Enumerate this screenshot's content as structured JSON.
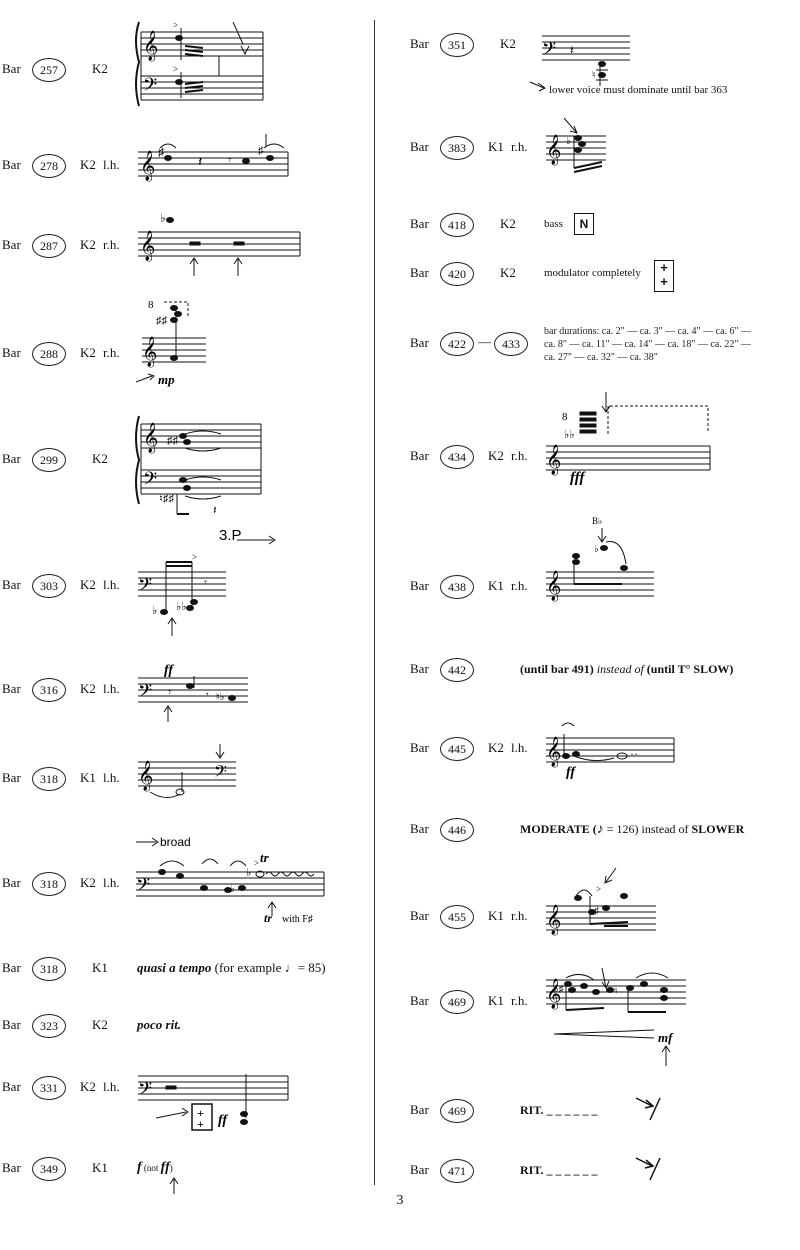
{
  "page_number": "3",
  "left_column": [
    {
      "bar": "257",
      "player": "K2",
      "hand": "",
      "text": ""
    },
    {
      "bar": "278",
      "player": "K2",
      "hand": "l.h.",
      "text": ""
    },
    {
      "bar": "287",
      "player": "K2",
      "hand": "r.h.",
      "text": ""
    },
    {
      "bar": "288",
      "player": "K2",
      "hand": "r.h.",
      "text": "",
      "dynamic": "mp",
      "octave": "8"
    },
    {
      "bar": "299",
      "player": "K2",
      "hand": "",
      "text": "",
      "marking": "3.P"
    },
    {
      "bar": "303",
      "player": "K2",
      "hand": "l.h.",
      "text": ""
    },
    {
      "bar": "316",
      "player": "K2",
      "hand": "l.h.",
      "text": "",
      "dynamic": "ff"
    },
    {
      "bar": "318",
      "player": "K1",
      "hand": "l.h.",
      "text": ""
    },
    {
      "bar": "318",
      "player": "K2",
      "hand": "l.h.",
      "text": "",
      "broad": "broad",
      "trill": "tr",
      "trill_note": "with F♯"
    },
    {
      "bar": "318",
      "player": "K1",
      "hand": "",
      "text_italic": "quasi a tempo",
      "text_rest": " (for example ",
      "tempo": "= 85)"
    },
    {
      "bar": "323",
      "player": "K2",
      "hand": "",
      "text_italic": "poco rit."
    },
    {
      "bar": "331",
      "player": "K2",
      "hand": "l.h.",
      "text": "",
      "dynamic": "ff"
    },
    {
      "bar": "349",
      "player": "K1",
      "hand": "",
      "dyn1": "f",
      "paren_open": " (not ",
      "dyn2": "ff",
      "paren_close": ")"
    }
  ],
  "right_column": [
    {
      "bar": "351",
      "player": "K2",
      "hand": "",
      "text": "lower voice must dominate until bar 363"
    },
    {
      "bar": "383",
      "player": "K1",
      "hand": "r.h.",
      "text": ""
    },
    {
      "bar": "418",
      "player": "K2",
      "hand": "",
      "text": "bass",
      "symbol": "N"
    },
    {
      "bar": "420",
      "player": "K2",
      "hand": "",
      "text": "modulator completely"
    },
    {
      "bar": "422",
      "bar_end": "433",
      "dash": "—",
      "player": "",
      "hand": "",
      "text_lines": [
        "bar durations: ca. 2\" — ca. 3\" — ca. 4\" — ca. 6\" —",
        "ca. 8\" — ca. 11\" — ca. 14\" — ca. 18\" — ca. 22\" —",
        "ca. 27\" — ca. 32\" — ca. 38\""
      ]
    },
    {
      "bar": "434",
      "player": "K2",
      "hand": "r.h.",
      "text": "",
      "dynamic": "fff",
      "octave": "8"
    },
    {
      "bar": "438",
      "player": "K1",
      "hand": "r.h.",
      "text": "",
      "note": "B♭"
    },
    {
      "bar": "442",
      "player": "",
      "hand": "",
      "t1": "(until bar 491) ",
      "t2": "instead of ",
      "t3": "(until T° SLOW)"
    },
    {
      "bar": "445",
      "player": "K2",
      "hand": "l.h.",
      "text": "",
      "dynamic": "ff"
    },
    {
      "bar": "446",
      "player": "",
      "hand": "",
      "t1": "MODERATE (",
      "t2": " = 126) ",
      "t3": "instead of ",
      "t4": "SLOWER"
    },
    {
      "bar": "455",
      "player": "K1",
      "hand": "r.h.",
      "text": ""
    },
    {
      "bar": "469",
      "player": "K1",
      "hand": "r.h.",
      "text": "",
      "dynamic": "mf"
    },
    {
      "bar": "469",
      "player": "",
      "hand": "",
      "text": "RIT. _ _ _ _ _ _"
    },
    {
      "bar": "471",
      "player": "",
      "hand": "",
      "text": "RIT. _ _ _ _ _ _"
    }
  ]
}
